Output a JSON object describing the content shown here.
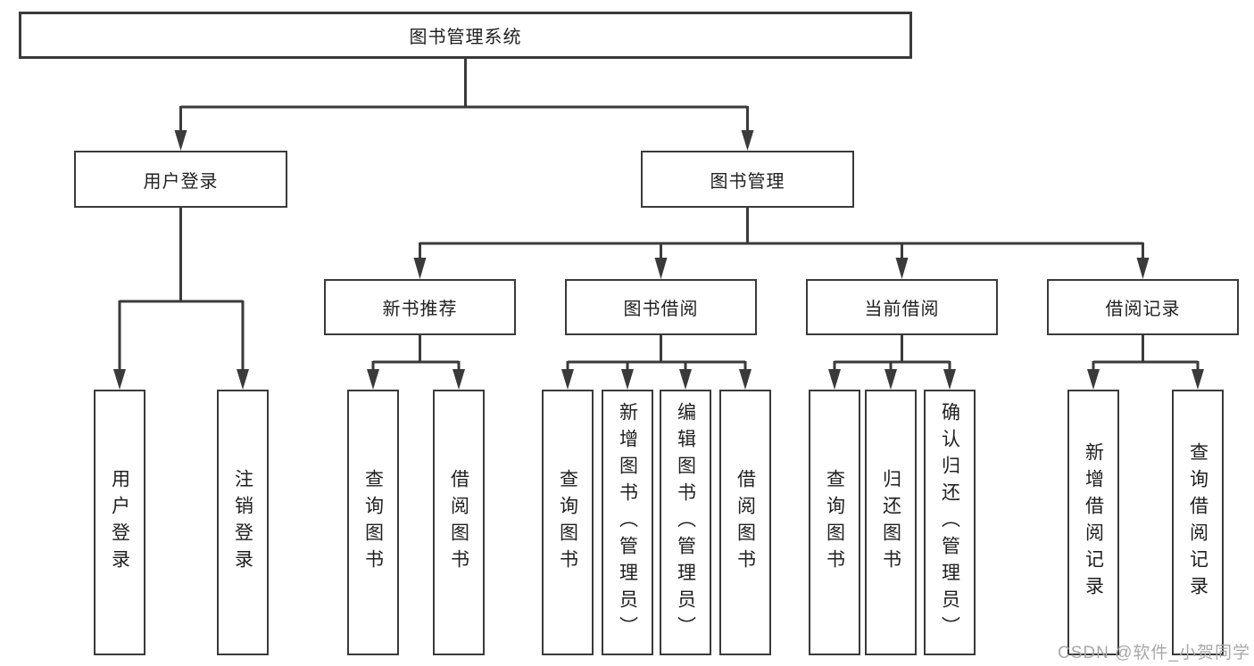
{
  "tree": {
    "root": {
      "label": "图书管理系统"
    },
    "children": [
      {
        "label": "用户登录",
        "children": [
          {
            "label": "用户登录"
          },
          {
            "label": "注销登录"
          }
        ]
      },
      {
        "label": "图书管理",
        "children": [
          {
            "label": "新书推荐",
            "children": [
              {
                "label": "查询图书"
              },
              {
                "label": "借阅图书"
              }
            ]
          },
          {
            "label": "图书借阅",
            "children": [
              {
                "label": "查询图书"
              },
              {
                "label": "新增图书（管理员）"
              },
              {
                "label": "编辑图书（管理员）"
              },
              {
                "label": "借阅图书"
              }
            ]
          },
          {
            "label": "当前借阅",
            "children": [
              {
                "label": "查询图书"
              },
              {
                "label": "归还图书"
              },
              {
                "label": "确认归还（管理员）"
              }
            ]
          },
          {
            "label": "借阅记录",
            "children": [
              {
                "label": "新增借阅记录"
              },
              {
                "label": "查询借阅记录"
              }
            ]
          }
        ]
      }
    ]
  },
  "watermark": "CSDN @软件_小贺同学",
  "colors": {
    "line": "#3a3a3a",
    "text": "#1f1f1f",
    "watermark": "#a8a8a8",
    "background": "#ffffff"
  }
}
